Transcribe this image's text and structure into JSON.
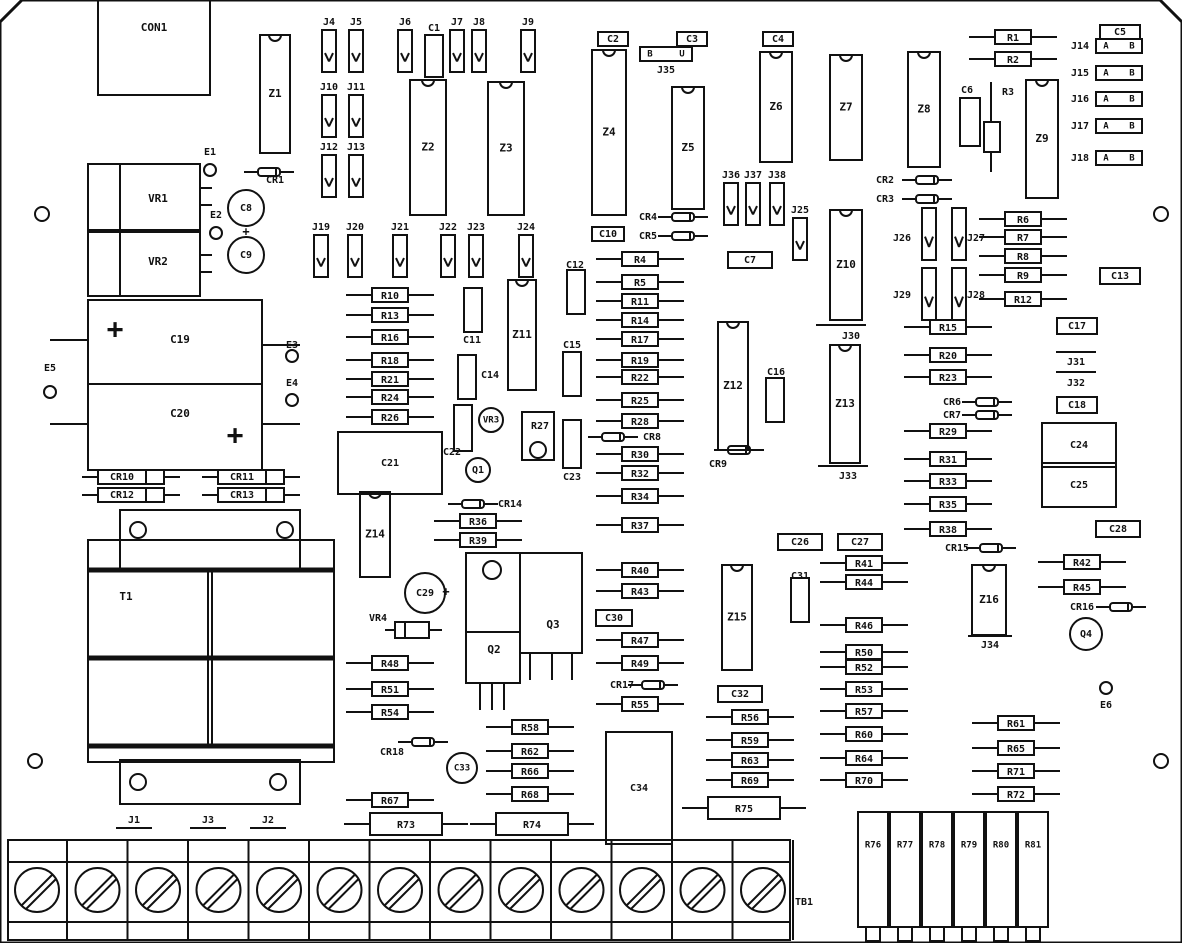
{
  "board": {
    "connector": "CON1",
    "terminal_block": "TB1",
    "transformer": "T1",
    "header_labels": [
      "J1",
      "J3",
      "J2"
    ]
  },
  "ics": [
    {
      "name": "Z1"
    },
    {
      "name": "Z2"
    },
    {
      "name": "Z3"
    },
    {
      "name": "Z4"
    },
    {
      "name": "Z5"
    },
    {
      "name": "Z6"
    },
    {
      "name": "Z7"
    },
    {
      "name": "Z8"
    },
    {
      "name": "Z9"
    },
    {
      "name": "Z10"
    },
    {
      "name": "Z11"
    },
    {
      "name": "Z12"
    },
    {
      "name": "Z13"
    },
    {
      "name": "Z14"
    },
    {
      "name": "Z15"
    },
    {
      "name": "Z16"
    }
  ],
  "resistors": [
    "R1",
    "R2",
    "R3",
    "R4",
    "R5",
    "R6",
    "R7",
    "R8",
    "R9",
    "R10",
    "R11",
    "R12",
    "R13",
    "R14",
    "R15",
    "R16",
    "R17",
    "R18",
    "R19",
    "R20",
    "R21",
    "R22",
    "R23",
    "R24",
    "R25",
    "R26",
    "R27",
    "R28",
    "R29",
    "R30",
    "R31",
    "R32",
    "R33",
    "R34",
    "R35",
    "R36",
    "R37",
    "R38",
    "R39",
    "R40",
    "R41",
    "R42",
    "R43",
    "R44",
    "R45",
    "R46",
    "R47",
    "R48",
    "R49",
    "R50",
    "R51",
    "R52",
    "R53",
    "R54",
    "R55",
    "R56",
    "R57",
    "R58",
    "R59",
    "R60",
    "R61",
    "R62",
    "R63",
    "R64",
    "R65",
    "R66",
    "R67",
    "R68",
    "R69",
    "R70",
    "R71",
    "R72",
    "R73",
    "R74",
    "R75"
  ],
  "power_resistors": [
    "R76",
    "R77",
    "R78",
    "R79",
    "R80",
    "R81"
  ],
  "capacitors": [
    "C1",
    "C2",
    "C3",
    "C4",
    "C5",
    "C6",
    "C7",
    "C8",
    "C9",
    "C10",
    "C11",
    "C12",
    "C13",
    "C14",
    "C15",
    "C16",
    "C17",
    "C18",
    "C19",
    "C20",
    "C21",
    "C22",
    "C23",
    "C24",
    "C25",
    "C26",
    "C27",
    "C28",
    "C29",
    "C30",
    "C31",
    "C32",
    "C33",
    "C34"
  ],
  "diodes": [
    "CR1",
    "CR2",
    "CR3",
    "CR4",
    "CR5",
    "CR6",
    "CR7",
    "CR8",
    "CR9",
    "CR10",
    "CR11",
    "CR12",
    "CR13",
    "CR14",
    "CR15",
    "CR16",
    "CR17",
    "CR18"
  ],
  "jumpers": [
    "J4",
    "J5",
    "J6",
    "J7",
    "J8",
    "J9",
    "J10",
    "J11",
    "J12",
    "J13",
    "J14",
    "J15",
    "J16",
    "J17",
    "J18",
    "J19",
    "J20",
    "J21",
    "J22",
    "J23",
    "J24",
    "J25",
    "J26",
    "J27",
    "J28",
    "J29",
    "J30",
    "J31",
    "J32",
    "J33",
    "J34",
    "J35",
    "J36",
    "J37",
    "J38"
  ],
  "jumper_pins": {
    "a": "A",
    "b": "B",
    "u": "U"
  },
  "regulators": [
    "VR1",
    "VR2",
    "VR3",
    "VR4"
  ],
  "transistors": [
    "Q1",
    "Q2",
    "Q3",
    "Q4"
  ],
  "test_points": [
    "E1",
    "E2",
    "E3",
    "E4",
    "E5",
    "E6"
  ],
  "polarity_marks": {
    "plus": "+"
  },
  "terminal_count": 13,
  "colors": {
    "ink": "#111111",
    "paper": "#ffffff"
  }
}
